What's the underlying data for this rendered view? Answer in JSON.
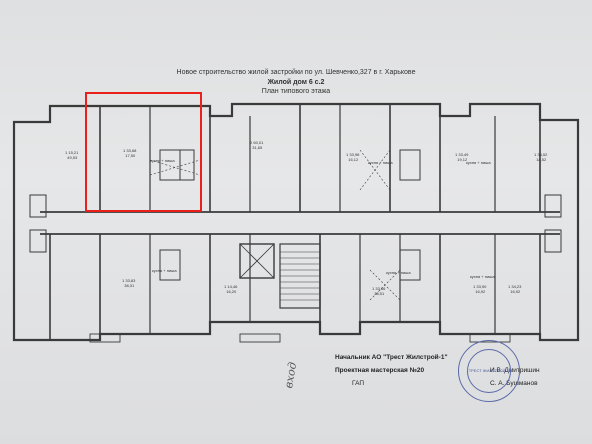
{
  "header": {
    "line1": "Новое строительство жилой застройки по ул. Шевченко,327 в г. Харькове",
    "line2": "Жилой дом 6 с.2",
    "line3": "План типового этажа"
  },
  "apartments": [
    {
      "rooms": "1",
      "area": "33,68",
      "living": "17,50"
    },
    {
      "rooms": "2",
      "area": "60,01",
      "living": "31,65"
    },
    {
      "rooms": "1",
      "area": "33,98",
      "living": "16,12"
    },
    {
      "rooms": "1",
      "area": "33,49",
      "living": "19,12"
    },
    {
      "rooms": "1",
      "area": "34,52",
      "living": "18,52"
    },
    {
      "rooms": "1",
      "area": "15,21",
      "living": "49,53"
    },
    {
      "rooms": "1",
      "area": "33,83",
      "living": "38,31"
    },
    {
      "rooms": "1",
      "area": "14,46",
      "living": "16,20"
    },
    {
      "rooms": "1",
      "area": "33,66",
      "living": "38,51"
    },
    {
      "rooms": "1",
      "area": "33,90",
      "living": "16,92"
    },
    {
      "rooms": "1",
      "area": "34,23",
      "living": "16,92"
    }
  ],
  "room_labels": [
    "кухня + ниша",
    "кухня + ниша",
    "кухня + ниша",
    "кухня + ниша",
    "кухня + ниша",
    "кухня + ниша"
  ],
  "stamp": {
    "role1": "Начальник АО \"Трест Жилстрой-1\"",
    "name1": "И.В. Дмитришин",
    "role2": "Проектная мастерская №20",
    "role3": "ГАП",
    "name2": "С. А. Бушманов",
    "seal_text": "ТРЕСТ ЖИЛСТРОЙ-1"
  },
  "handwritten": "вход"
}
